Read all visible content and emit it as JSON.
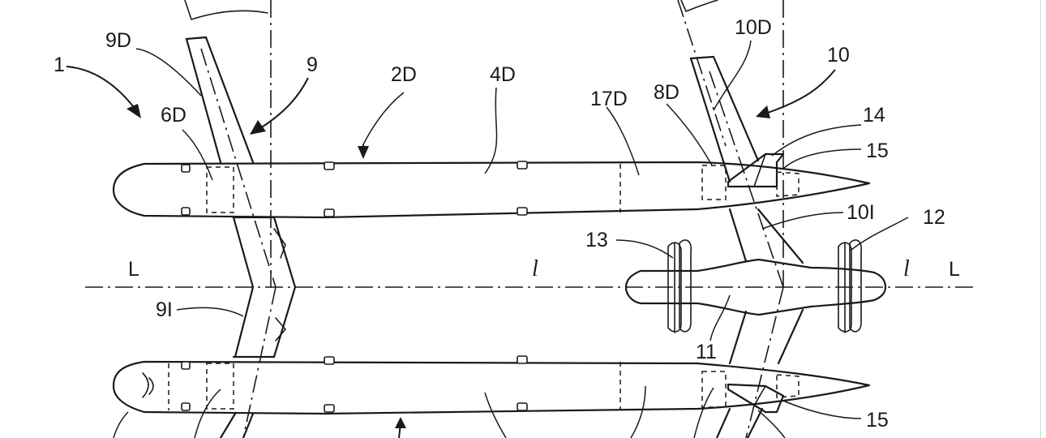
{
  "labels": {
    "ref_1": "1",
    "ref_9D": "9D",
    "ref_9": "9",
    "ref_2D": "2D",
    "ref_4D": "4D",
    "ref_6D": "6D",
    "ref_17D": "17D",
    "ref_8D": "8D",
    "ref_10D": "10D",
    "ref_10": "10",
    "ref_14": "14",
    "ref_15_upper": "15",
    "ref_10I": "10I",
    "ref_12": "12",
    "ref_13": "13",
    "ref_L_left": "L",
    "ref_l_center": "l",
    "ref_l_right": "l",
    "ref_L_right": "L",
    "ref_9I": "9I",
    "ref_11": "11",
    "ref_15_lower": "15"
  }
}
